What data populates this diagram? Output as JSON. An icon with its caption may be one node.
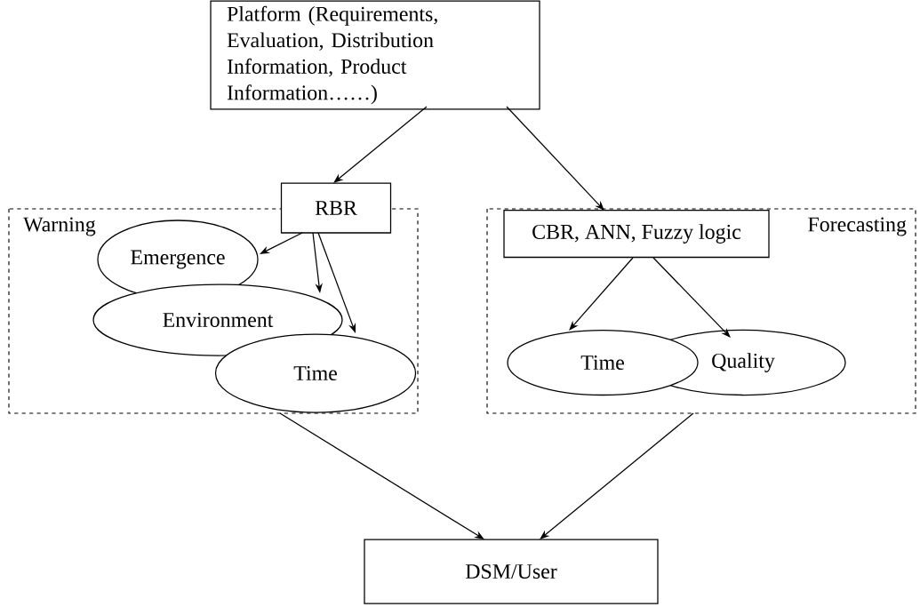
{
  "diagram": {
    "nodes": [
      {
        "text": [
          "Platform (Requirements, Evaluation, Distribution Information, Product Information……)"
        ]
      },
      {
        "text": [
          "Warning"
        ]
      },
      {
        "text": [
          "RBR"
        ]
      },
      {
        "text": [
          "Emergence"
        ],
        "in": 1
      },
      {
        "text": [
          "Environment"
        ],
        "in": 1
      },
      {
        "text": [
          "Time"
        ],
        "in": 1
      },
      {
        "text": [
          "Forecasting"
        ]
      },
      {
        "text": [
          "CBR, ANN, Fuzzy logic"
        ],
        "in": 6
      },
      {
        "text": [
          "Time"
        ],
        "in": 6
      },
      {
        "text": [
          "Quality"
        ],
        "in": 6
      },
      {
        "text": [
          "DSM/User"
        ]
      }
    ],
    "edges": [
      {
        "from": 0,
        "to": 2,
        "arrow": "to"
      },
      {
        "from": 0,
        "to": 7,
        "arrow": "to"
      },
      {
        "from": 2,
        "to": 3,
        "arrow": "to"
      },
      {
        "from": 2,
        "to": 4,
        "arrow": "to"
      },
      {
        "from": 2,
        "to": 5,
        "arrow": "to"
      },
      {
        "from": 7,
        "to": 8,
        "arrow": "to"
      },
      {
        "from": 7,
        "to": 9,
        "arrow": "to"
      },
      {
        "from": 1,
        "to": 10,
        "arrow": "to"
      },
      {
        "from": 6,
        "to": 10,
        "arrow": "to"
      }
    ]
  }
}
